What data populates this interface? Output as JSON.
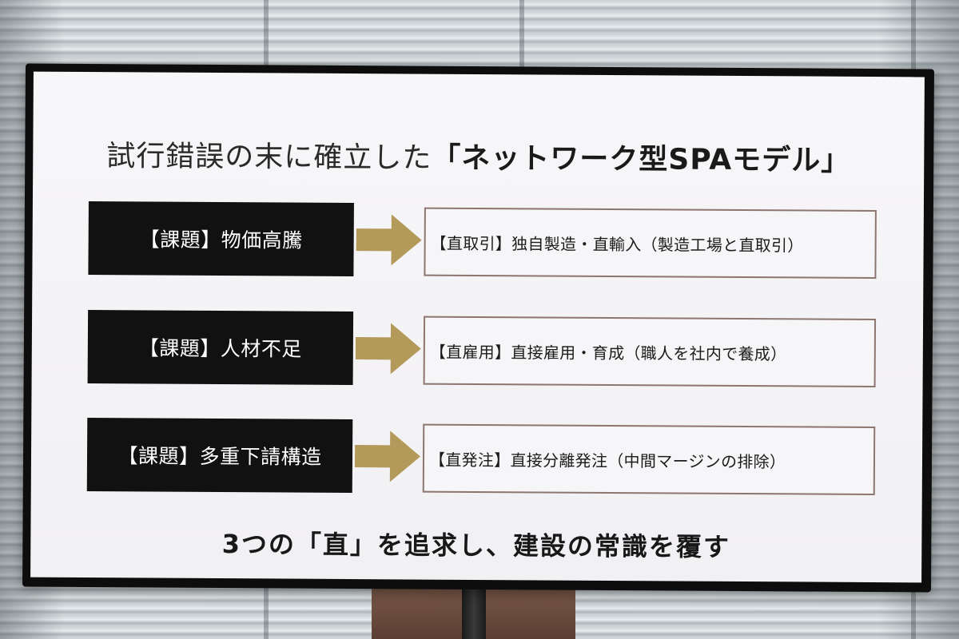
{
  "slide": {
    "title_plain": "試行錯誤の末に確立した",
    "title_bold": "「ネットワーク型SPAモデル」",
    "rows": [
      {
        "issue": "【課題】物価高騰",
        "solution": "【直取引】独自製造・直輸入（製造工場と直取引）"
      },
      {
        "issue": "【課題】人材不足",
        "solution": "【直雇用】直接雇用・育成（職人を社内で養成）"
      },
      {
        "issue": "【課題】多重下請構造",
        "solution": "【直発注】直接分離発注（中間マージンの排除）"
      }
    ],
    "footer": "3つの「直」を追求し、建設の常識を覆す"
  },
  "colors": {
    "issue_bg": "#111111",
    "arrow": "#b39a5a",
    "solution_border": "#8c7670"
  }
}
